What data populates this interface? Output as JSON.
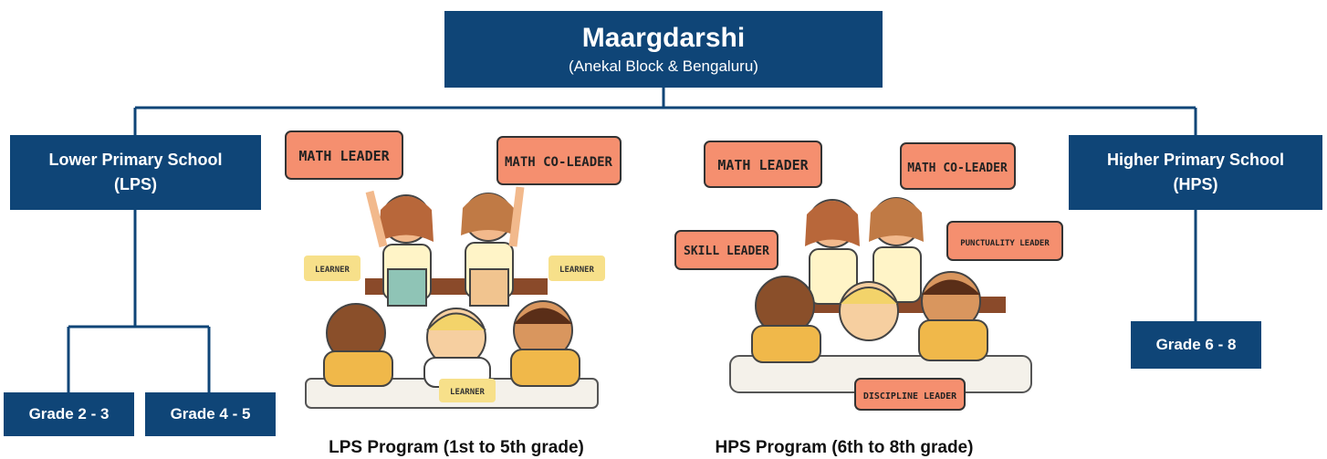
{
  "root": {
    "title": "Maargdarshi",
    "subtitle": "(Anekal Block & Bengaluru)"
  },
  "lps": {
    "title_line1": "Lower Primary School",
    "title_line2": "(LPS)",
    "grades": [
      "Grade 2 - 3",
      "Grade 4 - 5"
    ]
  },
  "hps": {
    "title_line1": "Higher Primary School",
    "title_line2": "(HPS)",
    "grade": "Grade 6 - 8"
  },
  "lps_illustration": {
    "labels": [
      "MATH LEADER",
      "MATH CO-LEADER",
      "LEARNER",
      "LEARNER",
      "LEARNER"
    ],
    "caption": "LPS Program (1st to 5th grade)"
  },
  "hps_illustration": {
    "labels": [
      "MATH LEADER",
      "MATH CO-LEADER",
      "SKILL LEADER",
      "PUNCTUALITY LEADER",
      "DISCIPLINE LEADER"
    ],
    "caption": "HPS Program (6th to 8th grade)"
  },
  "colors": {
    "box": "#0f4577",
    "bubble": "#f58f6f",
    "learner_bubble": "#f7e08a"
  }
}
